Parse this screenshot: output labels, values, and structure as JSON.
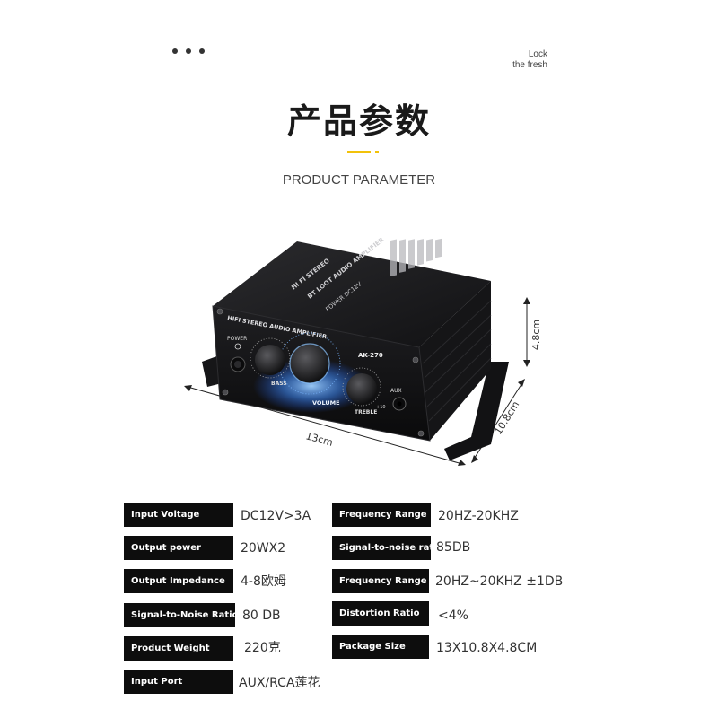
{
  "header": {
    "tagline_line1": "Lock",
    "tagline_line2": "the fresh",
    "title": "产品参数",
    "subtitle": "PRODUCT PARAMETER"
  },
  "product": {
    "brand_top": "HI FI STEREO",
    "model_name": "BT LOOT AUDIO AMPLIFIER",
    "power_rating": "POWER DC12V",
    "panel_label": "HIFI STEREO AUDIO AMPLIFIER",
    "power_label": "POWER",
    "model": "AK-270",
    "bass_label": "BASS",
    "volume_label": "VOLUME",
    "treble_label": "TREBLE",
    "aux_label": "AUX",
    "knob_range": "+10",
    "dim_width": "13cm",
    "dim_depth": "10.8cm",
    "dim_height": "4.8cm"
  },
  "specs": {
    "left": [
      {
        "label": "Input Voltage",
        "value": "DC12V>3A"
      },
      {
        "label": "Output power",
        "value": "20WX2"
      },
      {
        "label": "Output Impedance",
        "value": "4-8欧姆"
      },
      {
        "label": "Signal-to-Noise Ratio",
        "value": "80 DB"
      },
      {
        "label": "Product Weight",
        "value": "220克"
      },
      {
        "label": "Input Port",
        "value": "AUX/RCA莲花"
      }
    ],
    "right": [
      {
        "label": "Frequency Range",
        "value": "20HZ-20KHZ"
      },
      {
        "label": "Signal-to-noise ratio",
        "value": "85DB"
      },
      {
        "label": "Frequency Range",
        "value": "20HZ~20KHZ ±1DB"
      },
      {
        "label": "Distortion Ratio",
        "value": "<4%"
      },
      {
        "label": "Package Size",
        "value": "13X10.8X4.8CM"
      }
    ]
  }
}
